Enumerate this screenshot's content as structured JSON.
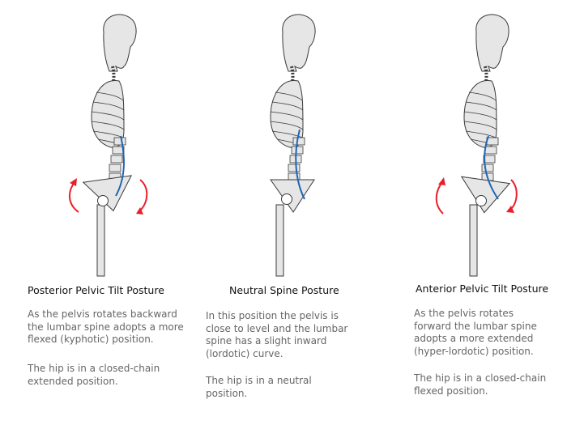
{
  "panels": [
    {
      "title": "Posterior Pelvic Tilt Posture",
      "description": [
        "As the pelvis rotates backward",
        "the lumbar spine adopts a more",
        "flexed (kyphotic) position."
      ],
      "hip_note": [
        "The hip is in a closed-chain",
        "extended position."
      ],
      "rotation": "backward"
    },
    {
      "title": "Neutral Spine Posture",
      "description": [
        "In this position the pelvis is",
        "close to level and the lumbar",
        "spine has a slight inward",
        "(lordotic) curve."
      ],
      "hip_note": [
        "The hip is in a neutral",
        "position."
      ],
      "rotation": "none"
    },
    {
      "title": "Anterior Pelvic Tilt Posture",
      "description": [
        "As the pelvis rotates",
        "forward the lumbar spine",
        "adopts a more extended",
        "(hyper-lordotic) position."
      ],
      "hip_note": [
        "The hip is in a closed-chain",
        "flexed position."
      ],
      "rotation": "forward"
    }
  ],
  "colors": {
    "spine_curve": "#1f66b3",
    "rotation_arrow": "#e8202a",
    "outline": "#3a3a3a",
    "fill": "#e6e6e6"
  }
}
